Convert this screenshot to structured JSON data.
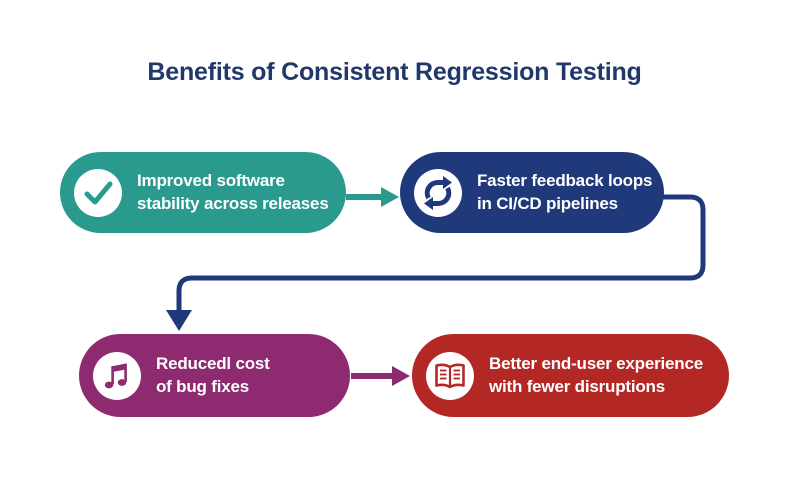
{
  "title": {
    "text": "Benefits of Consistent Regression Testing"
  },
  "colors": {
    "background": "#ffffff",
    "title_text": "#21386b",
    "teal": "#2b9a8e",
    "navy": "#20397b",
    "purple": "#8d2a70",
    "red": "#b32825",
    "icon_bg": "#ffffff"
  },
  "nodes": [
    {
      "id": "improved-stability",
      "line1": "Improved software",
      "line2": "stability across releases",
      "icon": "check-icon",
      "color": "#2b9a8e"
    },
    {
      "id": "faster-feedback",
      "line1": "Faster feedback loops",
      "line2": "in CI/CD pipelines",
      "icon": "sync-icon",
      "color": "#20397b"
    },
    {
      "id": "reduced-cost",
      "line1": "Reducedl cost",
      "line2": "of bug fixes",
      "icon": "music-note-icon",
      "color": "#8d2a70"
    },
    {
      "id": "better-experience",
      "line1": "Better end-user experience",
      "line2": "with fewer disruptions",
      "icon": "open-book-icon",
      "color": "#b32825"
    }
  ],
  "connectors": [
    {
      "from": "improved-stability",
      "to": "faster-feedback",
      "shape": "straight-right-arrow",
      "color": "#2b9a8e"
    },
    {
      "from": "faster-feedback",
      "to": "reduced-cost",
      "shape": "elbow-down-arrow",
      "color": "#20397b"
    },
    {
      "from": "reduced-cost",
      "to": "better-experience",
      "shape": "straight-right-arrow",
      "color": "#8d2a70"
    }
  ]
}
